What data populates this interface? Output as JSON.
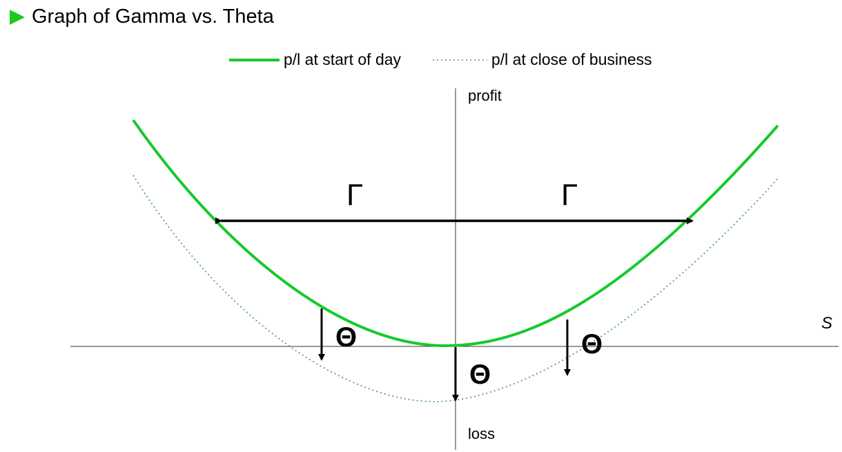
{
  "title": "Graph of Gamma vs. Theta",
  "colors": {
    "accent": "#1ec81e",
    "start_curve": "#16c92c",
    "close_curve": "#5b8fb8",
    "axis": "#333333"
  },
  "legend": {
    "start_of_day": "p/l at start of day",
    "close_of_business": "p/l at close of business"
  },
  "axes": {
    "profit": "profit",
    "loss": "loss",
    "s": "S"
  },
  "annotations": {
    "gamma_left": "Γ",
    "gamma_right": "Γ",
    "theta_left": "Θ",
    "theta_center": "Θ",
    "theta_right": "Θ"
  }
}
